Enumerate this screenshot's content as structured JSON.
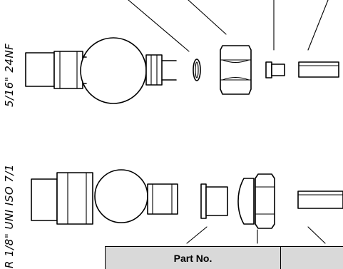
{
  "labels": {
    "thread_top": "5/16\" 24NF",
    "thread_bottom": "R 1/8\" UNI ISO 7/1"
  },
  "table": {
    "headers": [
      "Part No.",
      ""
    ]
  }
}
